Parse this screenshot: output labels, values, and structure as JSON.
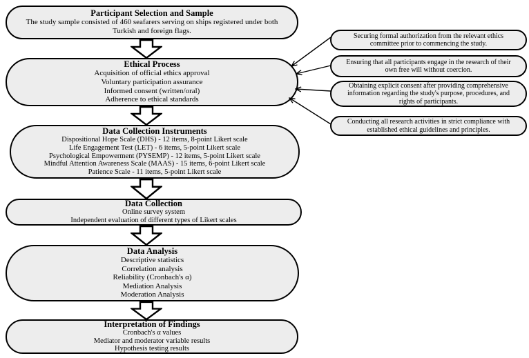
{
  "flow": {
    "steps": [
      {
        "title": "Participant Selection and Sample",
        "lines": [
          "The study sample consisted of 460 seafarers serving on ships registered under both Turkish and foreign flags."
        ]
      },
      {
        "title": "Ethical Process",
        "lines": [
          "Acquisition of official ethics approval",
          "Voluntary participation assurance",
          "Informed consent (written/oral)",
          "Adherence to ethical standards"
        ]
      },
      {
        "title": "Data Collection Instruments",
        "lines": [
          "Dispositional Hope Scale (DHS) - 12 items, 8-point Likert scale",
          "Life Engagement Test (LET) - 6 items, 5-point Likert scale",
          "Psychological Empowerment (PYSEMP) - 12 items, 5-point Likert scale",
          "Mindful Attention Awareness Scale (MAAS) - 15 items, 6-point Likert scale",
          "Patience Scale - 11 items, 5-point Likert scale"
        ]
      },
      {
        "title": "Data Collection",
        "lines": [
          "Online survey system",
          "Independent evaluation of different types of Likert scales"
        ]
      },
      {
        "title": "Data Analysis",
        "lines": [
          "Descriptive statistics",
          "Correlation analysis",
          "Reliability (Cronbach's α)",
          "Mediation Analysis",
          "Moderation Analysis"
        ]
      },
      {
        "title": "Interpretation of Findings",
        "lines": [
          "Cronbach's α values",
          "Mediator and moderator variable results",
          "Hypothesis testing results"
        ]
      }
    ],
    "notes": [
      "Securing formal authorization from the relevant ethics committee prior to commencing the study.",
      "Ensuring that all participants engage in the research of their own free will without coercion.",
      "Obtaining explicit consent after providing comprehensive information regarding the study's purpose, procedures, and rights of participants.",
      "Conducting all research activities in strict compliance with established ethical guidelines and principles."
    ],
    "colors": {
      "box_fill": "#ededed",
      "box_border": "#000000",
      "background": "#ffffff"
    }
  }
}
